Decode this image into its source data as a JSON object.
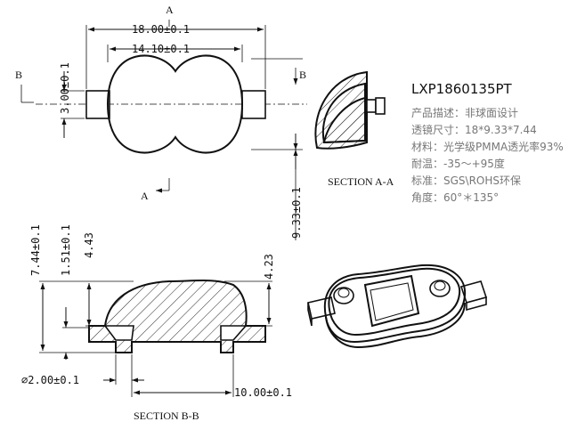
{
  "title": "LXP1860135PT",
  "specs": [
    "产品描述：非球面设计",
    "透镜尺寸：18*9.33*7.44",
    "材料：光学级PMMA透光率93%",
    "耐温：-35～+95度",
    "标准：SGS\\ROHS环保",
    "角度：60°＊135°"
  ],
  "top_view": {
    "section_marker_a": "A",
    "section_marker_b": "B",
    "dim_width": "18.00±0.1",
    "dim_body_width": "14.10±0.1",
    "dim_tab_height": "3.00±0.1",
    "dim_depth": "9.33±0.1"
  },
  "section_aa": {
    "label": "SECTION A-A"
  },
  "section_bb": {
    "label": "SECTION B-B",
    "dim_total_height": "7.44±0.1",
    "dim_base_height": "1.51±0.1",
    "dim_mid": "4.43",
    "dim_right": "4.23",
    "dim_pin_dia": "⌀2.00±0.1",
    "dim_pin_spacing": "10.00±0.1"
  }
}
